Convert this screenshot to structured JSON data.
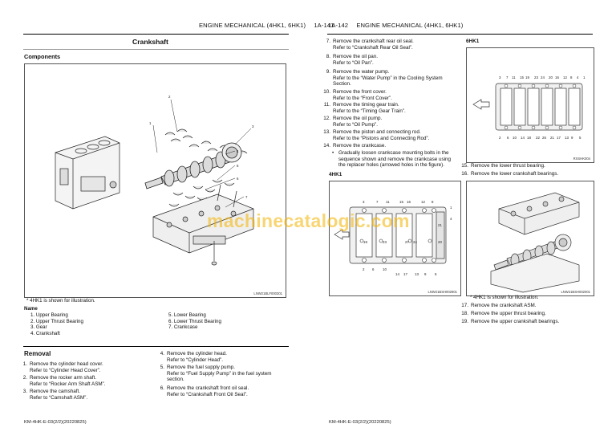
{
  "left_page": {
    "header": {
      "title": "ENGINE MECHANICAL (4HK1, 6HK1)",
      "page": "1A-141"
    },
    "section_title": "Crankshaft",
    "components_heading": "Components",
    "figure_id": "LNW21BLF000301",
    "figure_callouts": [
      "1",
      "2",
      "3",
      "4",
      "5",
      "6",
      "7"
    ],
    "figure_note": "* 4HK1 is shown for illustration.",
    "name_heading": "Name",
    "names_left": [
      "1.  Upper Bearing",
      "2.  Upper Thrust Bearing",
      "3.  Gear",
      "4.  Crankshaft"
    ],
    "names_right": [
      "5.  Lower Bearing",
      "6.  Lower Thrust Bearing",
      "7.  Crankcase"
    ],
    "removal_heading": "Removal",
    "removal_steps_left": [
      {
        "n": "1.",
        "text": "Remove the cylinder head cover.\nRefer to “Cylinder Head Cover”."
      },
      {
        "n": "2.",
        "text": "Remove the rocker arm shaft.\nRefer to “Rocker Arm Shaft ASM”."
      },
      {
        "n": "3.",
        "text": "Remove the camshaft.\nRefer to “Camshaft ASM”."
      }
    ],
    "removal_steps_right": [
      {
        "n": "4.",
        "text": "Remove the cylinder head.\nRefer to “Cylinder Head”."
      },
      {
        "n": "5.",
        "text": "Remove the fuel supply pump.\nRefer to “Fuel Supply Pump” in the fuel system\nsection."
      },
      {
        "n": "6.",
        "text": "Remove the crankshaft front oil seal.\nRefer to “Crankshaft Front Oil Seal”."
      }
    ],
    "footer": "KM-4HK-E-03(2/2)(20220825)"
  },
  "right_page": {
    "header": {
      "page": "1A-142",
      "title": "ENGINE MECHANICAL (4HK1, 6HK1)"
    },
    "steps": [
      {
        "n": "7.",
        "text": "Remove the crankshaft rear oil seal.\nRefer to “Crankshaft Rear Oil Seal”."
      },
      {
        "n": "8.",
        "text": "Remove the oil pan.\nRefer to “Oil Pan”."
      },
      {
        "n": "9.",
        "text": "Remove the water pump.\nRefer to the “Water Pump” in the Cooling System\nSection."
      },
      {
        "n": "10.",
        "text": "Remove the front cover.\nRefer to the “Front Cover”."
      },
      {
        "n": "11.",
        "text": "Remove the timing gear train.\nRefer to the “Timing Gear Train”."
      },
      {
        "n": "12.",
        "text": "Remove the oil pump.\nRefer to “Oil Pump”."
      },
      {
        "n": "13.",
        "text": "Remove the piston and connecting rod.\nRefer to the “Pistons and Connecting Rod”."
      },
      {
        "n": "14.",
        "text": "Remove the crankcase."
      }
    ],
    "bullet": "Gradually loosen crankcase mounting bolts in the\nsequence shown and remove the crankcase using\nthe replacer holes (arrowed holes in the figure).",
    "label_4hk1": "4HK1",
    "label_6hk1": "6HK1",
    "fig_6hk1_id": "RXSHK004",
    "fig_6hk1_top_numbers": [
      "3",
      "7",
      "11",
      "15",
      "19",
      "23",
      "24",
      "20",
      "16",
      "12",
      "8",
      "4",
      "1"
    ],
    "fig_6hk1_bottom_numbers": [
      "2",
      "6",
      "10",
      "14",
      "18",
      "22",
      "26",
      "21",
      "17",
      "13",
      "9",
      "5"
    ],
    "steps_after_6hk1": [
      {
        "n": "15.",
        "text": "Remove the lower thrust bearing."
      },
      {
        "n": "16.",
        "text": "Remove the lower crankshaft bearings."
      }
    ],
    "fig_4hk1_id": "LNW21BSH002901",
    "fig_4hk1_top_numbers": [
      "3",
      "7",
      "11",
      "15",
      "16",
      "12",
      "8"
    ],
    "fig_4hk1_inner_numbers": [
      "1",
      "4",
      "21",
      "20",
      "19",
      "23",
      "27",
      "24"
    ],
    "fig_4hk1_bottom_numbers": [
      "2",
      "6",
      "10",
      "14",
      "17",
      "13",
      "9",
      "5"
    ],
    "fig_right_id": "LNW21BSH002001",
    "fig_right_note": "* 4HK1 is shown for illustration.",
    "steps_after": [
      {
        "n": "17.",
        "text": "Remove the crankshaft ASM."
      },
      {
        "n": "18.",
        "text": "Remove the upper thrust bearing."
      },
      {
        "n": "19.",
        "text": "Remove the upper crankshaft bearings."
      }
    ],
    "footer": "KM-4HK-E-03(2/2)(20220825)"
  },
  "watermark": "machinecatalogic.com"
}
